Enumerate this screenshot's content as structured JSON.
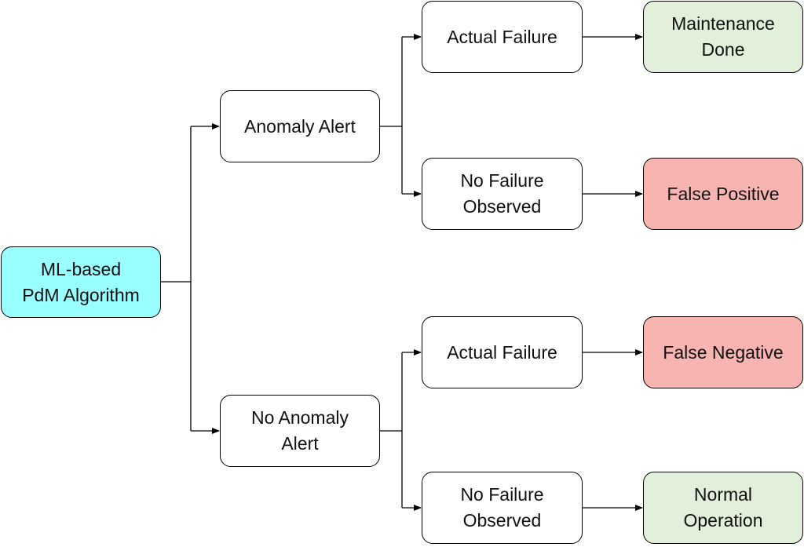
{
  "colors": {
    "root_fill": "#99FFFF",
    "success_fill": "#E2EFDA",
    "error_fill": "#F8B4B0",
    "node_fill": "#FFFFFF",
    "line": "#000000"
  },
  "root": {
    "label": "ML-based\nPdM Algorithm"
  },
  "alerts": {
    "anomaly": {
      "label": "Anomaly Alert"
    },
    "no_anomaly": {
      "label": "No Anomaly\nAlert"
    }
  },
  "observations": {
    "anomaly_actual_failure": {
      "label": "Actual Failure"
    },
    "anomaly_no_failure": {
      "label": "No Failure\nObserved"
    },
    "no_anomaly_actual_failure": {
      "label": "Actual Failure"
    },
    "no_anomaly_no_failure": {
      "label": "No Failure\nObserved"
    }
  },
  "outcomes": {
    "maintenance_done": {
      "label": "Maintenance\nDone"
    },
    "false_positive": {
      "label": "False Positive"
    },
    "false_negative": {
      "label": "False Negative"
    },
    "normal_operation": {
      "label": "Normal\nOperation"
    }
  }
}
